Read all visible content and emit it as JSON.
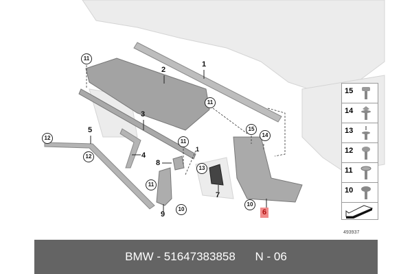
{
  "diagram": {
    "callouts": {
      "c1": "1",
      "c2": "2",
      "c3": "3",
      "c4": "4",
      "c5": "5",
      "c6": "6",
      "c7": "7",
      "c8": "8",
      "c9": "9",
      "r11a": "11",
      "r11b": "11",
      "r11c": "11",
      "r11d": "11",
      "r12a": "12",
      "r12b": "12",
      "r13": "13",
      "r14": "14",
      "r15": "15",
      "r10a": "10",
      "r10b": "10",
      "extra1": "1"
    },
    "highlighted_part": "6"
  },
  "legend": {
    "items": [
      "15",
      "14",
      "13",
      "12",
      "11",
      "10"
    ],
    "arrow_icon": "direction-arrow-icon"
  },
  "reference_number": "493937",
  "footer": {
    "part_label": "BMW - 51647383858",
    "group_label": "N - 06"
  },
  "colors": {
    "footer_bg": "#646464",
    "highlight": "#f08a8a",
    "parts_gray": "#a8a8a8",
    "body_light": "#e4e4e4"
  }
}
